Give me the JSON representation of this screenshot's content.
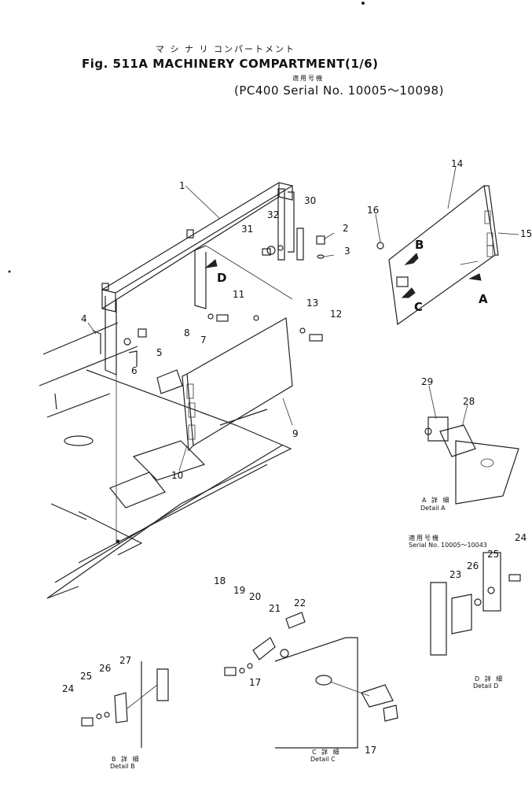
{
  "header": {
    "kana_title": "マ シ ナ リ コンパートメント",
    "figure_title": "Fig. 511A  MACHINERY COMPARTMENT(1/6)",
    "serial_kana": "適用号機",
    "serial_text": "(PC400  Serial  No.  10005～10098)"
  },
  "callouts": [
    {
      "id": "c1",
      "label": "1"
    },
    {
      "id": "c2",
      "label": "2"
    },
    {
      "id": "c3",
      "label": "3"
    },
    {
      "id": "c4",
      "label": "4"
    },
    {
      "id": "c5",
      "label": "5"
    },
    {
      "id": "c6",
      "label": "6"
    },
    {
      "id": "c7",
      "label": "7"
    },
    {
      "id": "c8",
      "label": "8"
    },
    {
      "id": "c9",
      "label": "9"
    },
    {
      "id": "c10",
      "label": "10"
    },
    {
      "id": "c11",
      "label": "11"
    },
    {
      "id": "c12",
      "label": "12"
    },
    {
      "id": "c13",
      "label": "13"
    },
    {
      "id": "c14",
      "label": "14"
    },
    {
      "id": "c15",
      "label": "15"
    },
    {
      "id": "c16",
      "label": "16"
    },
    {
      "id": "c17a",
      "label": "17"
    },
    {
      "id": "c17b",
      "label": "17"
    },
    {
      "id": "c18",
      "label": "18"
    },
    {
      "id": "c19",
      "label": "19"
    },
    {
      "id": "c20",
      "label": "20"
    },
    {
      "id": "c21",
      "label": "21"
    },
    {
      "id": "c22",
      "label": "22"
    },
    {
      "id": "c23",
      "label": "23"
    },
    {
      "id": "c24a",
      "label": "24"
    },
    {
      "id": "c24b",
      "label": "24"
    },
    {
      "id": "c25a",
      "label": "25"
    },
    {
      "id": "c25b",
      "label": "25"
    },
    {
      "id": "c26a",
      "label": "26"
    },
    {
      "id": "c26b",
      "label": "26"
    },
    {
      "id": "c27",
      "label": "27"
    },
    {
      "id": "c28",
      "label": "28"
    },
    {
      "id": "c29",
      "label": "29"
    },
    {
      "id": "c30",
      "label": "30"
    },
    {
      "id": "c31",
      "label": "31"
    },
    {
      "id": "c32",
      "label": "32"
    }
  ],
  "view_markers": {
    "A": "A",
    "B": "B",
    "C": "C",
    "D": "D"
  },
  "details": {
    "a_jp": "A 詳 細",
    "a_en": "Detail A",
    "b_jp": "B 詳 細",
    "b_en": "Detail B",
    "c_jp": "C 詳 細",
    "c_en": "Detail C",
    "d_jp": "D 詳 細",
    "d_en": "Detail D",
    "d_serial_jp": "適用号機",
    "d_serial_en": "Serial No. 10005～10043"
  }
}
